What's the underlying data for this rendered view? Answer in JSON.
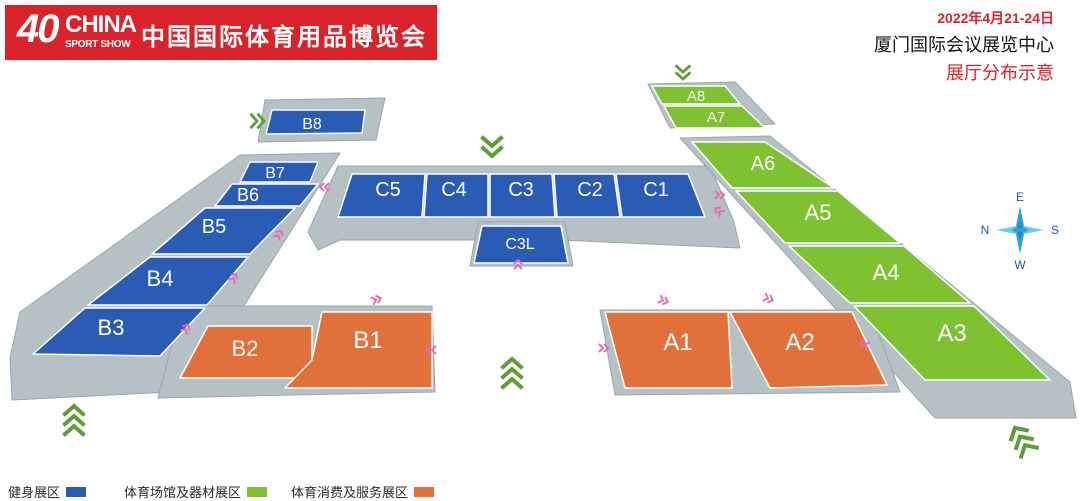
{
  "header": {
    "logo_number": "40",
    "logo_brand": "CHINA",
    "logo_subtitle": "SPORT SHOW",
    "title": "中国国际体育用品博览会"
  },
  "info": {
    "date": "2022年4月21-24日",
    "venue": "厦门国际会议展览中心",
    "caption": "展厅分布示意"
  },
  "colors": {
    "fitness": "#2a5bb5",
    "venue": "#7ec232",
    "consumer": "#e2703a",
    "base": "#b6c1c6",
    "entry_arrow": "#5e9e38",
    "door_arrow": "#e56bb5"
  },
  "halls": [
    {
      "id": "B8",
      "zone": "fitness"
    },
    {
      "id": "B7",
      "zone": "fitness"
    },
    {
      "id": "B6",
      "zone": "fitness"
    },
    {
      "id": "B5",
      "zone": "fitness"
    },
    {
      "id": "B4",
      "zone": "fitness"
    },
    {
      "id": "B3",
      "zone": "fitness"
    },
    {
      "id": "C5",
      "zone": "fitness"
    },
    {
      "id": "C4",
      "zone": "fitness"
    },
    {
      "id": "C3",
      "zone": "fitness"
    },
    {
      "id": "C2",
      "zone": "fitness"
    },
    {
      "id": "C1",
      "zone": "fitness"
    },
    {
      "id": "C3L",
      "zone": "fitness"
    },
    {
      "id": "B2",
      "zone": "consumer"
    },
    {
      "id": "B1",
      "zone": "consumer"
    },
    {
      "id": "A1",
      "zone": "consumer"
    },
    {
      "id": "A2",
      "zone": "consumer"
    },
    {
      "id": "A8",
      "zone": "venue"
    },
    {
      "id": "A7",
      "zone": "venue"
    },
    {
      "id": "A6",
      "zone": "venue"
    },
    {
      "id": "A5",
      "zone": "venue"
    },
    {
      "id": "A4",
      "zone": "venue"
    },
    {
      "id": "A3",
      "zone": "venue"
    }
  ],
  "compass": {
    "e": "E",
    "n": "N",
    "s": "S",
    "w": "W"
  },
  "legend": [
    {
      "label": "健身展区",
      "zone": "fitness"
    },
    {
      "label": "体育场馆及器材展区",
      "zone": "venue"
    },
    {
      "label": "体育消费及服务展区",
      "zone": "consumer"
    }
  ]
}
